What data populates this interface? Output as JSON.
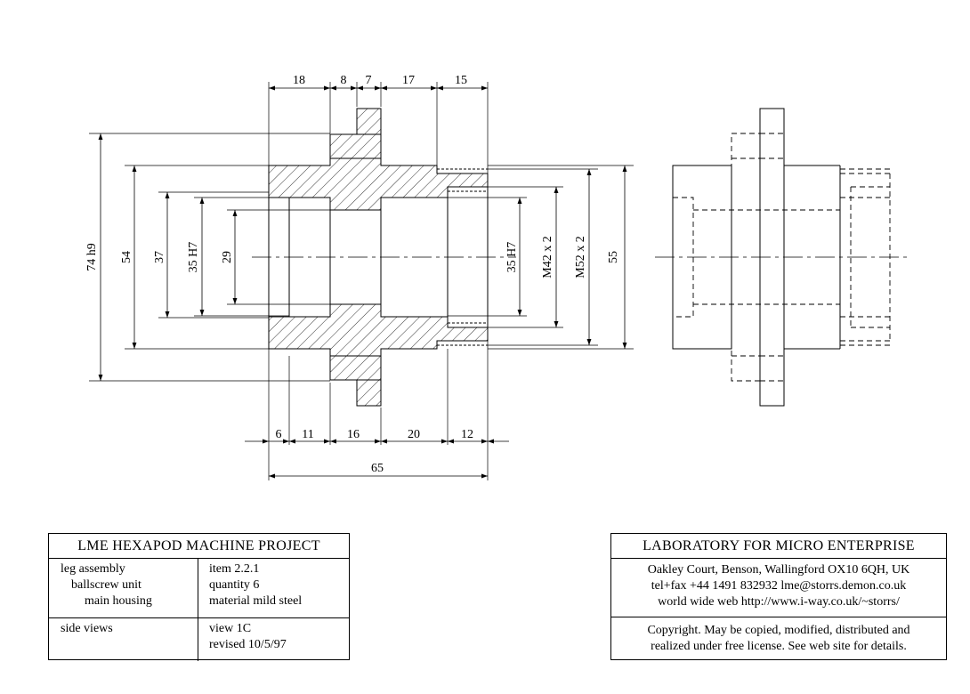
{
  "drawing": {
    "dims_top": [
      "18",
      "8",
      "7",
      "17",
      "15"
    ],
    "dims_bottom": [
      "6",
      "11",
      "16",
      "20",
      "12"
    ],
    "dim_total": "65",
    "dims_left": [
      "74 h9",
      "54",
      "37",
      "35 H7",
      "29"
    ],
    "dims_right": [
      "35 H7",
      "M42 x 2",
      "M52 x 2",
      "55"
    ]
  },
  "title_block_left": {
    "title": "LME HEXAPOD MACHINE  PROJECT",
    "row1_left": [
      "leg assembly",
      "ballscrew unit",
      "main housing"
    ],
    "row1_right": [
      "item 2.2.1",
      "quantity 6",
      "material mild steel"
    ],
    "row2_left": [
      "side views"
    ],
    "row2_right": [
      "view 1C",
      "revised 10/5/97"
    ]
  },
  "title_block_right": {
    "title": "LABORATORY FOR MICRO ENTERPRISE",
    "address": [
      "Oakley Court, Benson, Wallingford OX10 6QH, UK",
      "tel+fax +44 1491 832932  lme@storrs.demon.co.uk",
      "world wide web  http://www.i-way.co.uk/~storrs/"
    ],
    "license": [
      "Copyright. May be copied, modified, distributed and",
      "realized under free license. See web site for details."
    ]
  }
}
